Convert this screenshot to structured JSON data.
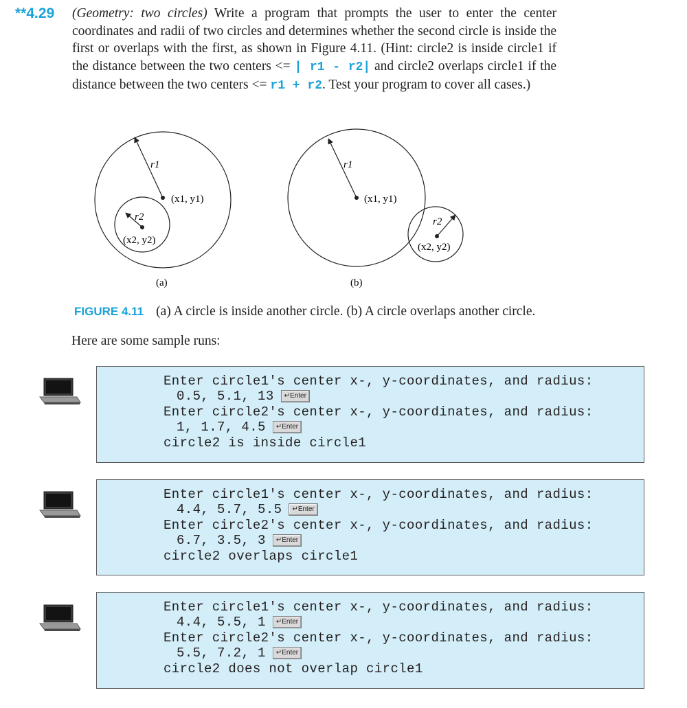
{
  "exercise": {
    "number": "**4.29",
    "title": "(Geometry: two circles)",
    "text_1": " Write a program that prompts the user to enter the center coordinates and radii of two circles and determines whether the second circle is inside the first or overlaps with the first, as shown in Figure 4.11. (Hint: circle2 is inside circle1 if the distance between the two centers <= ",
    "code_1": "| r1 - r2|",
    "text_2": " and circle2 overlaps circle1 if the distance between the two centers <= ",
    "code_2": "r1 + r2",
    "text_3": ". Test your program to cover all cases.)"
  },
  "figure": {
    "panel_a": {
      "r1": "r1",
      "c1": "(x1, y1)",
      "r2": "r2",
      "c2": "(x2, y2)",
      "label": "(a)"
    },
    "panel_b": {
      "r1": "r1",
      "c1": "(x1, y1)",
      "r2": "r2",
      "c2": "(x2, y2)",
      "label": "(b)"
    },
    "caption_label": "FIGURE 4.11",
    "caption_text": "(a) A circle is inside another circle. (b) A circle overlaps another circle."
  },
  "sample_intro": "Here are some sample runs:",
  "enter_key": "↵Enter",
  "runs": [
    {
      "prompt1": "Enter circle1's center x-, y-coordinates, and radius:",
      "input1": "0.5, 5.1, 13",
      "prompt2": "Enter circle2's center x-, y-coordinates, and radius:",
      "input2": "1, 1.7, 4.5",
      "result": "circle2 is inside circle1"
    },
    {
      "prompt1": "Enter circle1's center x-, y-coordinates, and radius:",
      "input1": "4.4, 5.7, 5.5",
      "prompt2": "Enter circle2's center x-, y-coordinates, and radius:",
      "input2": "6.7, 3.5, 3",
      "result": "circle2 overlaps circle1"
    },
    {
      "prompt1": "Enter circle1's center x-, y-coordinates, and radius:",
      "input1": "4.4, 5.5, 1",
      "prompt2": "Enter circle2's center x-, y-coordinates, and radius:",
      "input2": "5.5, 7.2, 1",
      "result": "circle2 does not overlap circle1"
    }
  ]
}
